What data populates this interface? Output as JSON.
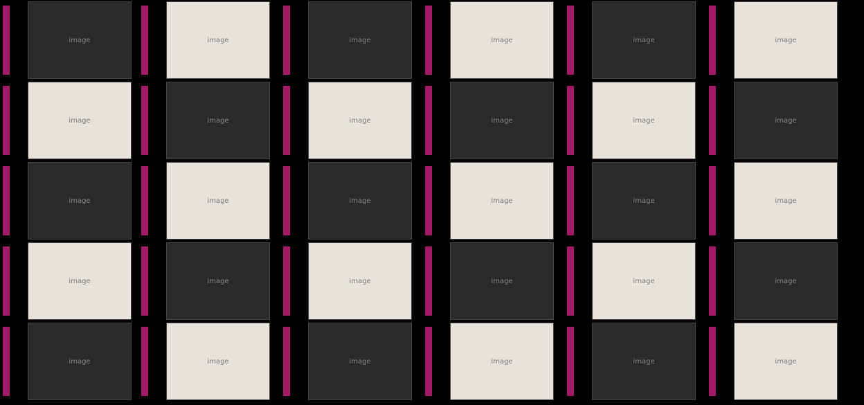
{
  "title": "Image collage grid",
  "placeholder_label": "image",
  "rows": 5,
  "columns": 6,
  "caption_color": "#c0207a"
}
